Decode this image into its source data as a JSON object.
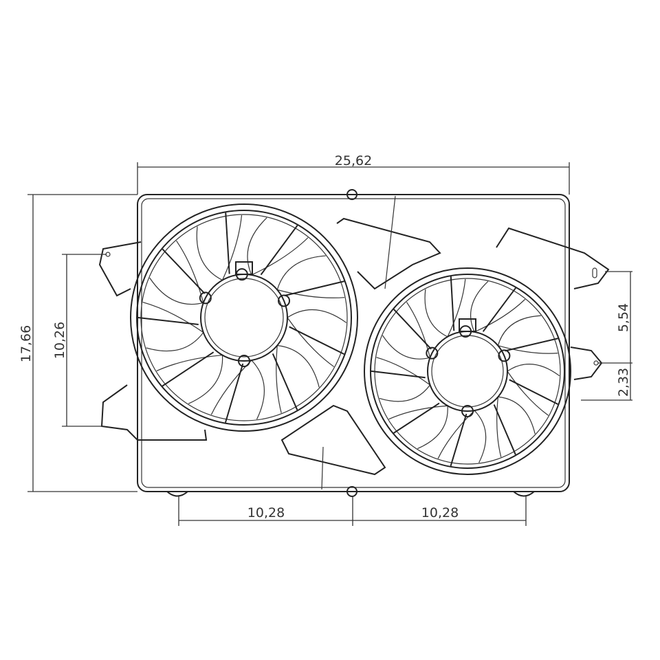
{
  "dimensions": {
    "overall_width": "25,62",
    "overall_height": "17,66",
    "left_mount_height": "10,26",
    "right_upper": "5,54",
    "right_lower": "2,33",
    "bottom_left": "10,28",
    "bottom_right": "10,28"
  },
  "colors": {
    "line": "#222222",
    "background": "#ffffff"
  },
  "fans": [
    {
      "name": "left-fan",
      "blades": 9
    },
    {
      "name": "right-fan",
      "blades": 9
    }
  ]
}
